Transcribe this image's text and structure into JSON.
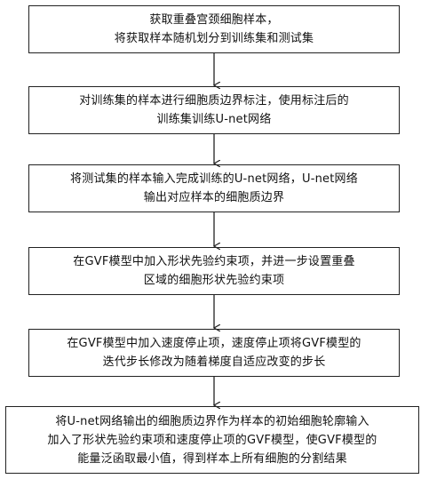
{
  "flowchart": {
    "steps": [
      {
        "lines": [
          "获取重叠宫颈细胞样本，",
          "将获取样本随机划分到训练集和测试集"
        ]
      },
      {
        "lines": [
          "对训练集的样本进行细胞质边界标注，使用标注后的",
          "训练集训练U-net网络"
        ]
      },
      {
        "lines": [
          "将测试集的样本输入完成训练的U-net网络，U-net网络",
          "输出对应样本的细胞质边界"
        ]
      },
      {
        "lines": [
          "在GVF模型中加入形状先验约束项，并进一步设置重叠",
          "区域的细胞形状先验约束项"
        ]
      },
      {
        "lines": [
          "在GVF模型中加入速度停止项，速度停止项将GVF模型的",
          "迭代步长修改为随着梯度自适应改变的步长"
        ]
      },
      {
        "lines": [
          "将U-net网络输出的细胞质边界作为样本的初始细胞轮廓输入",
          "加入了形状先验约束项和速度停止项的GVF模型，使GVF模型的",
          "能量泛函取最小值，得到样本上所有细胞的分割结果"
        ]
      }
    ]
  }
}
